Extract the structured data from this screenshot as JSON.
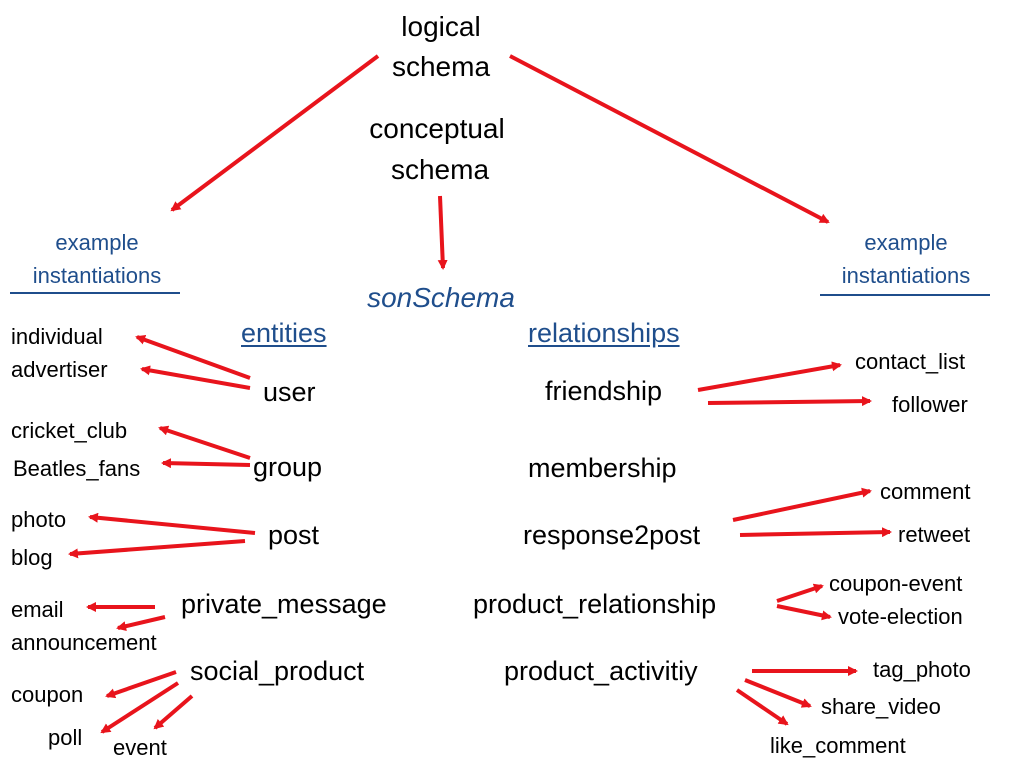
{
  "top": {
    "logical_line1": "logical",
    "logical_line2": "schema",
    "conceptual_line1": "conceptual",
    "conceptual_line2": "schema",
    "son_schema": "sonSchema"
  },
  "left_heading": {
    "line1": "example",
    "line2": "instantiations"
  },
  "right_heading": {
    "line1": "example",
    "line2": "instantiations"
  },
  "entities": {
    "title": "entities",
    "user": "user",
    "group": "group",
    "post": "post",
    "private_message": "private_message",
    "social_product": "social_product"
  },
  "entity_examples": {
    "individual": "individual",
    "advertiser": "advertiser",
    "cricket_club": "cricket_club",
    "beatles_fans": "Beatles_fans",
    "photo": "photo",
    "blog": "blog",
    "email": "email",
    "announcement": "announcement",
    "coupon": "coupon",
    "poll": "poll",
    "event": "event"
  },
  "relationships": {
    "title": "relationships",
    "friendship": "friendship",
    "membership": "membership",
    "response2post": "response2post",
    "product_relationship": "product_relationship",
    "product_activitiy": "product_activitiy"
  },
  "relationship_examples": {
    "contact_list": "contact_list",
    "follower": "follower",
    "comment": "comment",
    "retweet": "retweet",
    "coupon_event": "coupon-event",
    "vote_election": "vote-election",
    "tag_photo": "tag_photo",
    "share_video": "share_video",
    "like_comment": "like_comment"
  },
  "colors": {
    "arrow": "#e8141c",
    "heading_blue": "#1f4e8c",
    "text": "#000000"
  }
}
